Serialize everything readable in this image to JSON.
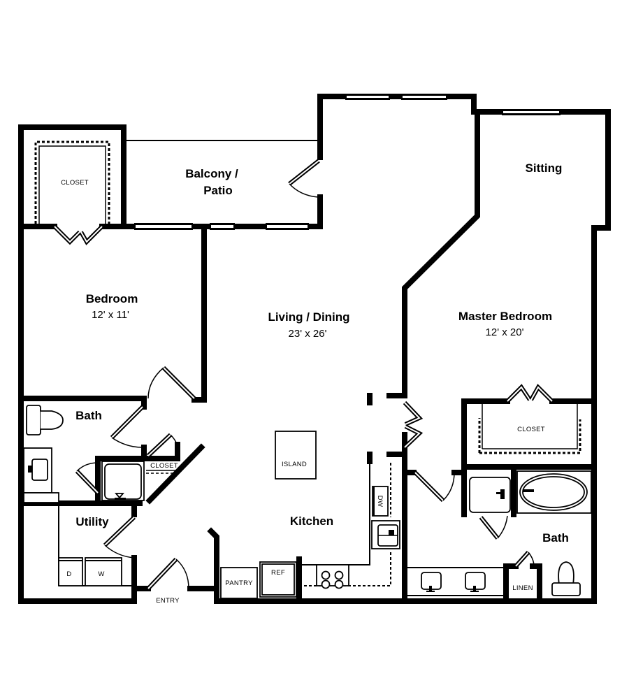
{
  "plan": {
    "rooms": {
      "closet_bedroom": {
        "label": "CLOSET"
      },
      "balcony": {
        "label_line1": "Balcony /",
        "label_line2": "Patio"
      },
      "sitting": {
        "label": "Sitting"
      },
      "bedroom": {
        "label": "Bedroom",
        "dimensions": "12' x 11'"
      },
      "living_dining": {
        "label": "Living / Dining",
        "dimensions": "23' x 26'"
      },
      "master_bedroom": {
        "label": "Master Bedroom",
        "dimensions": "12' x 20'"
      },
      "bath": {
        "label": "Bath"
      },
      "hall_closet": {
        "label": "CLOSET"
      },
      "utility": {
        "label": "Utility"
      },
      "kitchen": {
        "label": "Kitchen"
      },
      "master_closet": {
        "label": "CLOSET"
      },
      "master_bath": {
        "label": "Bath"
      },
      "linen": {
        "label": "LINEN"
      }
    },
    "fixtures": {
      "island": "ISLAND",
      "dryer": "D",
      "washer": "W",
      "pantry": "PANTRY",
      "refrigerator": "REF",
      "dishwasher": "DW",
      "entry": "ENTRY"
    },
    "colors": {
      "wall": "#000000",
      "background": "#ffffff"
    }
  }
}
